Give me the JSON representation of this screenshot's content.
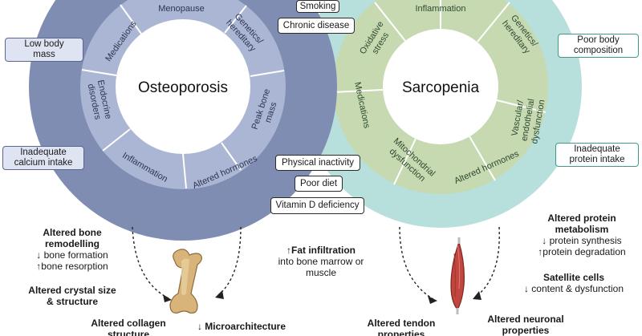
{
  "osteoporosis": {
    "title": "Osteoporosis",
    "segments": [
      "Menopause",
      "Genetics/",
      "hereditary",
      "Peak bone",
      "mass",
      "Altered hormones",
      "Inflammation",
      "Endocrine",
      "disorders",
      "Medications"
    ]
  },
  "sarcopenia": {
    "title": "Sarcopenia",
    "segments": [
      "Inflammation",
      "Genetics/",
      "hereditary",
      "Vascular/",
      "endothelial",
      "dysfunction",
      "Altered hormones",
      "Mitochondrial",
      "dysfunction",
      "Medications",
      "Oxidative",
      "stress"
    ]
  },
  "shared_factors": {
    "smoking": "Smoking",
    "chronic_disease": "Chronic disease",
    "physical_inactivity": "Physical inactivity",
    "poor_diet": "Poor diet",
    "vitamin_d": "Vitamin D deficiency"
  },
  "left_factors": {
    "low_bone_mass": [
      "Low body",
      "mass"
    ],
    "calcium": [
      "Inadequate",
      "calcium intake"
    ]
  },
  "right_factors": {
    "body_comp": [
      "Poor body",
      "composition"
    ],
    "protein": [
      "Inadequate",
      "protein intake"
    ]
  },
  "bone_outcomes": {
    "remodelling_title": [
      "Altered bone",
      "remodelling"
    ],
    "remodelling_items": [
      "↓ bone formation",
      "↑bone resorption"
    ],
    "crystal_title": [
      "Altered crystal size",
      "& structure"
    ],
    "collagen_title": [
      "Altered collagen",
      "structure"
    ],
    "microarchitecture": "↓ Microarchitecture"
  },
  "fat": {
    "title": "↑Fat infiltration",
    "body": [
      "into bone marrow or",
      "muscle"
    ]
  },
  "muscle_outcomes": {
    "protein_title": [
      "Altered protein",
      "metabolism"
    ],
    "protein_items": [
      "↓ protein synthesis",
      "↑protein degradation"
    ],
    "satellite_title": "Satellite cells",
    "satellite_item": "↓ content & dysfunction",
    "tendon_title": [
      "Altered tendon",
      "properties"
    ],
    "neuronal_title": [
      "Altered neuronal",
      "properties"
    ]
  },
  "colors": {
    "osteo_outer": "#7f8db3",
    "osteo_inner": "#aab6d3",
    "osteo_center": "#ffffff",
    "sarco_outer": "#b7e0dc",
    "sarco_inner": "#c6d9b0",
    "sarco_center": "#ffffff"
  }
}
